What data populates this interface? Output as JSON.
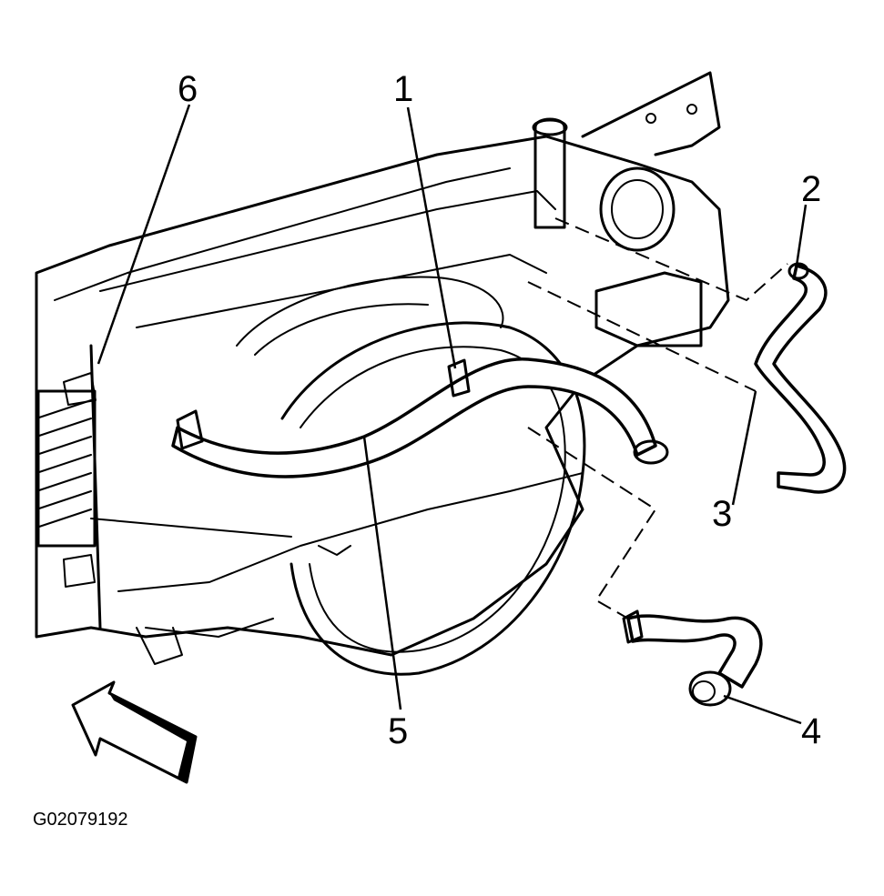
{
  "figure": {
    "id_label": "G02079192"
  },
  "callouts": [
    {
      "label": "1"
    },
    {
      "label": "2"
    },
    {
      "label": "3"
    },
    {
      "label": "4"
    },
    {
      "label": "5"
    },
    {
      "label": "6"
    }
  ],
  "direction_arrow": {
    "icon": "front-direction-arrow-icon"
  }
}
